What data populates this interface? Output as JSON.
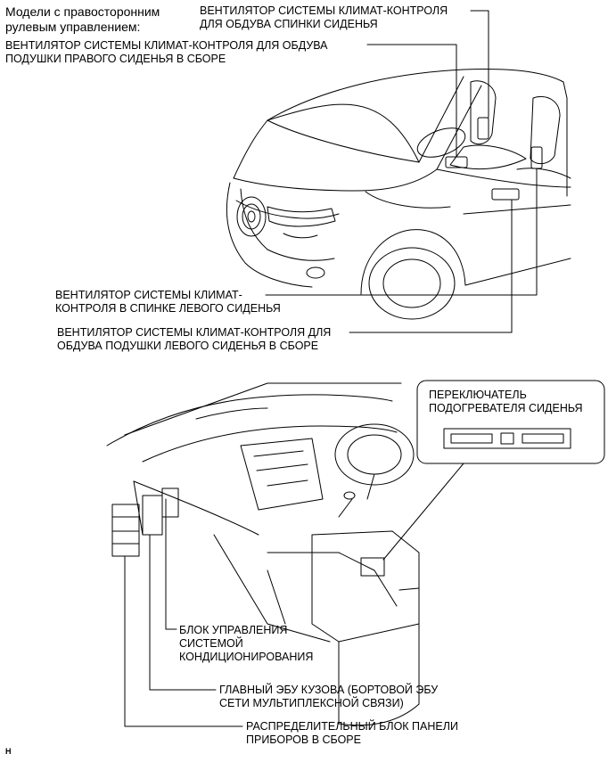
{
  "heading": "Модели с правосторонним\nрулевым управлением:",
  "callouts": {
    "seat_back_fan": "ВЕНТИЛЯТОР СИСТЕМЫ КЛИМАТ-КОНТРОЛЯ\nДЛЯ ОБДУВА СПИНКИ СИДЕНЬЯ",
    "right_cushion_fan": "ВЕНТИЛЯТОР СИСТЕМЫ КЛИМАТ-КОНТРОЛЯ ДЛЯ ОБДУВА\nПОДУШКИ ПРАВОГО СИДЕНЬЯ В СБОРЕ",
    "left_back_fan": "ВЕНТИЛЯТОР СИСТЕМЫ КЛИМАТ-\nКОНТРОЛЯ В СПИНКЕ ЛЕВОГО СИДЕНЬЯ",
    "left_cushion_fan": "ВЕНТИЛЯТОР СИСТЕМЫ КЛИМАТ-КОНТРОЛЯ ДЛЯ\nОБДУВА ПОДУШКИ ЛЕВОГО СИДЕНЬЯ В СБОРЕ",
    "heater_switch": "ПЕРЕКЛЮЧАТЕЛЬ\nПОДОГРЕВАТЕЛЯ СИДЕНЬЯ",
    "ac_control": "БЛОК УПРАВЛЕНИЯ\nСИСТЕМОЙ\nКОНДИЦИОНИРОВАНИЯ",
    "main_body_ecu": "ГЛАВНЫЙ ЭБУ КУЗОВА (БОРТОВОЙ ЭБУ\nСЕТИ МУЛЬТИПЛЕКСНОЙ СВЯЗИ)",
    "junction_block": "РАСПРЕДЕЛИТЕЛЬНЫЙ БЛОК ПАНЕЛИ\nПРИБОРОВ В СБОРЕ"
  },
  "corner_mark": "H"
}
